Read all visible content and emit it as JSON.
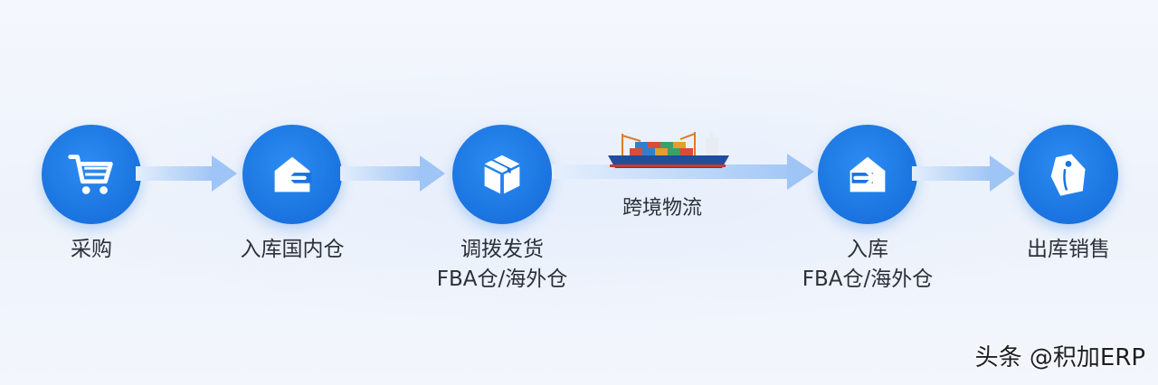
{
  "steps": [
    {
      "label": "采购",
      "sub": "",
      "icon": "shopping-cart-icon"
    },
    {
      "label": "入库国内仓",
      "sub": "",
      "icon": "warehouse-inbound-icon"
    },
    {
      "label": "调拨发货",
      "sub": "FBA仓/海外仓",
      "icon": "package-box-icon"
    },
    {
      "label": "跨境物流",
      "sub": "",
      "icon": "cargo-ship-icon"
    },
    {
      "label": "入库",
      "sub": "FBA仓/海外仓",
      "icon": "warehouse-inbound-icon"
    },
    {
      "label": "出库销售",
      "sub": "",
      "icon": "sale-tag-icon"
    }
  ],
  "watermark": "头条 @积加ERP",
  "colors": {
    "node": "#1a73df",
    "arrow": "#a9cbf7",
    "background": "#f2f5fb"
  }
}
